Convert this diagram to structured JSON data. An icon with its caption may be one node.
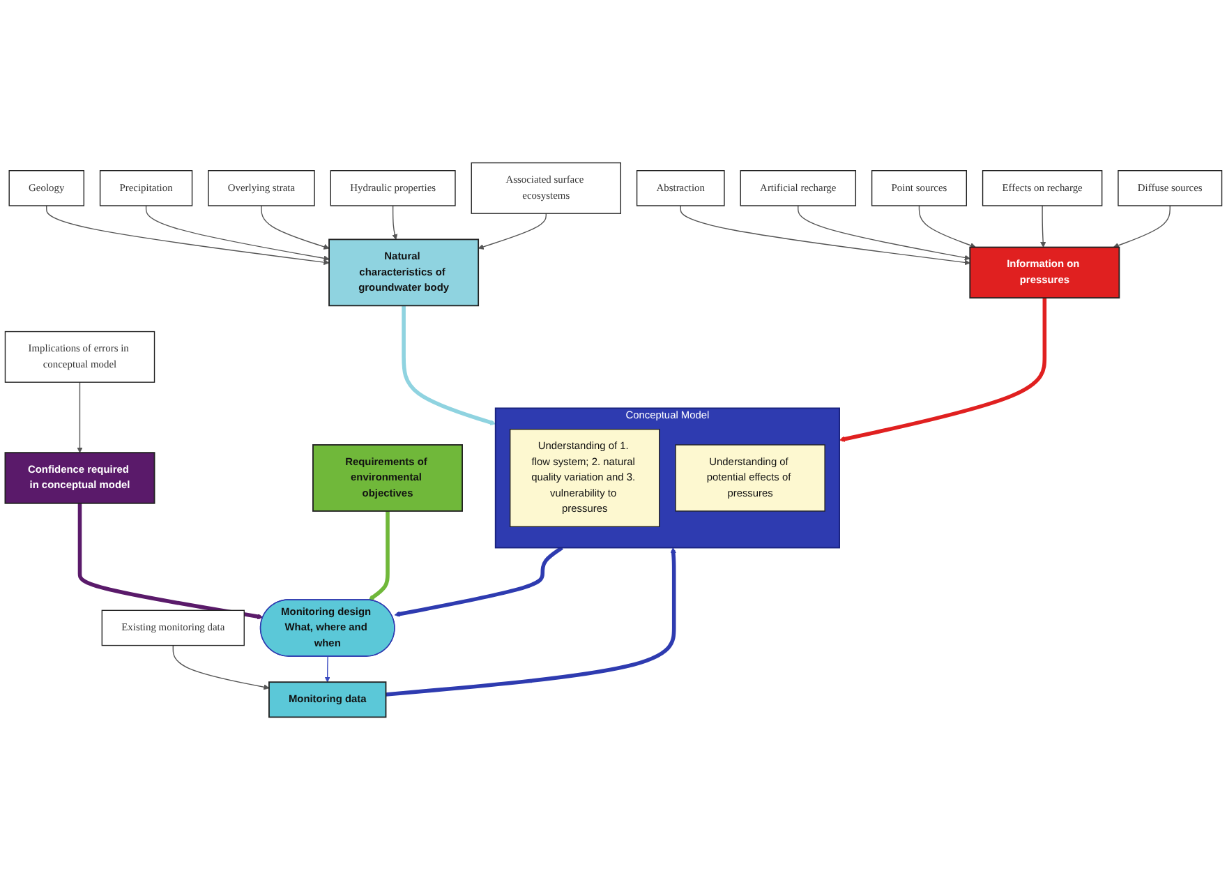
{
  "diagram": {
    "nodes": [
      {
        "text": [
          "Geology"
        ]
      },
      {
        "text": [
          "Precipitation"
        ]
      },
      {
        "text": [
          "Overlying strata"
        ]
      },
      {
        "text": [
          "Hydraulic properties"
        ]
      },
      {
        "text": [
          "Natural characteristics of groundwater body"
        ]
      },
      {
        "text": [
          "Associated surface ecosystems"
        ]
      },
      {
        "text": [
          "Conceptual Model"
        ]
      },
      {
        "text": [
          "Understanding of 1. flow system; 2. natural quality variation and 3. vulnerability to pressures"
        ],
        "in": 6
      },
      {
        "text": [
          "Understanding of potential effects of pressures"
        ],
        "in": 6
      },
      {
        "text": [
          "Abstraction"
        ]
      },
      {
        "text": [
          "Artificial recharge"
        ]
      },
      {
        "text": [
          "Information on pressures"
        ]
      },
      {
        "text": [
          "Point sources"
        ]
      },
      {
        "text": [
          "Effects on recharge"
        ]
      },
      {
        "text": [
          "Diffuse sources"
        ]
      },
      {
        "text": [
          "Monitoring data"
        ]
      },
      {
        "text": [
          "Existing monitoring data"
        ]
      },
      {
        "text": [
          "Implications of errors in conceptual model"
        ]
      },
      {
        "text": [
          "Confidence required in conceptual model"
        ]
      },
      {
        "text": [
          "Monitoring design What, where and when"
        ]
      },
      {
        "text": [
          "Requirements of environmental objectives"
        ]
      }
    ],
    "edges": [
      {
        "from": 0,
        "to": 4,
        "arrow": "to"
      },
      {
        "from": 1,
        "to": 4,
        "arrow": "to"
      },
      {
        "from": 2,
        "to": 4,
        "arrow": "to"
      },
      {
        "from": 3,
        "to": 4,
        "arrow": "to"
      },
      {
        "from": 5,
        "to": 4,
        "arrow": "to"
      },
      {
        "from": 4,
        "to": 6,
        "arrow": "to",
        "style": "thick",
        "color": "#8fd3e0"
      },
      {
        "from": 9,
        "to": 11,
        "arrow": "to"
      },
      {
        "from": 10,
        "to": 11,
        "arrow": "to"
      },
      {
        "from": 12,
        "to": 11,
        "arrow": "to"
      },
      {
        "from": 13,
        "to": 11,
        "arrow": "to"
      },
      {
        "from": 14,
        "to": 11,
        "arrow": "to"
      },
      {
        "from": 11,
        "to": 6,
        "arrow": "to",
        "style": "thick",
        "color": "#e02020"
      },
      {
        "from": 16,
        "to": 15,
        "arrow": "to"
      },
      {
        "from": 15,
        "to": 6,
        "arrow": "to",
        "style": "thick",
        "color": "#2e3bb0"
      },
      {
        "from": 6,
        "to": 19,
        "arrow": "to",
        "style": "thick",
        "color": "#2e3bb0"
      },
      {
        "from": 17,
        "to": 18,
        "arrow": "to"
      },
      {
        "from": 18,
        "to": 19,
        "arrow": "to",
        "style": "thick",
        "color": "#5a1a6a"
      },
      {
        "from": 19,
        "to": 15,
        "arrow": "to",
        "color": "#3a4ac0"
      },
      {
        "from": 20,
        "to": 19,
        "arrow": "to",
        "style": "thick",
        "color": "#70b83a"
      }
    ]
  }
}
